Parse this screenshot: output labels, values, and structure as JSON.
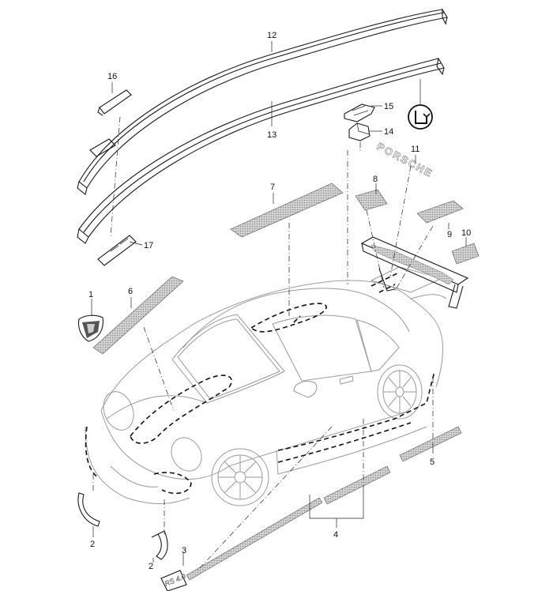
{
  "callouts": [
    {
      "id": "c1",
      "text": "1"
    },
    {
      "id": "c2a",
      "text": "2"
    },
    {
      "id": "c2b",
      "text": "2"
    },
    {
      "id": "c3",
      "text": "3"
    },
    {
      "id": "c4",
      "text": "4"
    },
    {
      "id": "c5",
      "text": "5"
    },
    {
      "id": "c6",
      "text": "6"
    },
    {
      "id": "c7",
      "text": "7"
    },
    {
      "id": "c8",
      "text": "8"
    },
    {
      "id": "c9",
      "text": "9"
    },
    {
      "id": "c10",
      "text": "10"
    },
    {
      "id": "c11",
      "text": "11"
    },
    {
      "id": "c12",
      "text": "12"
    },
    {
      "id": "c13",
      "text": "13"
    },
    {
      "id": "c14",
      "text": "14"
    },
    {
      "id": "c15",
      "text": "15"
    },
    {
      "id": "c16",
      "text": "16"
    },
    {
      "id": "c17",
      "text": "17"
    }
  ],
  "decal_text": {
    "wordmark": "PORSCHE",
    "model_badge": "RS 4.0"
  },
  "colors": {
    "line": "#1a1a1a",
    "car_outline": "#9a9a9a",
    "decal_fill": "#bdbdbd"
  },
  "icons": {
    "reference_symbol": "hand-pointer-in-circle-icon"
  }
}
